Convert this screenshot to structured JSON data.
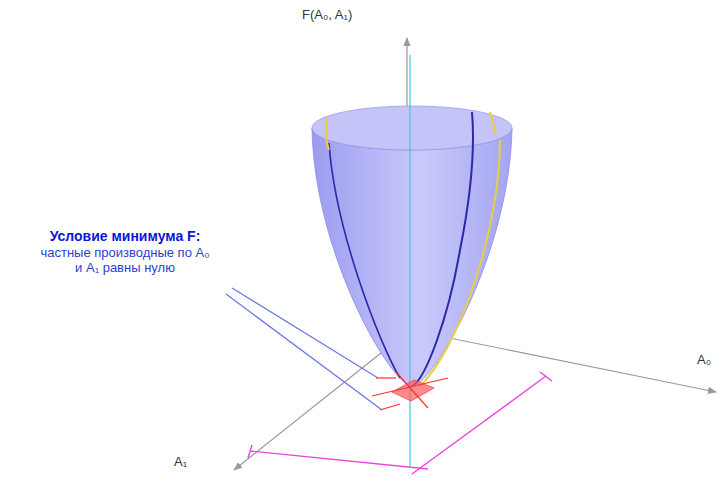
{
  "diagram": {
    "labels": [
      "F(A₀, A₁)",
      "A₀",
      "A₁",
      "Условие минимума F:",
      "частные производные по A₀ и A₁ равны нулю"
    ]
  }
}
